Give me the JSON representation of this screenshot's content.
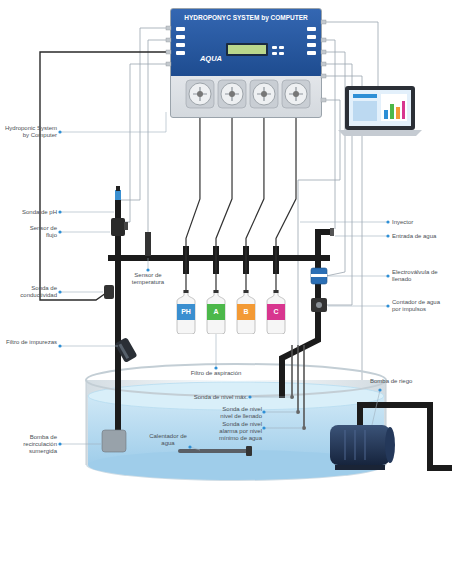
{
  "diagram": {
    "nodes": [
      {
        "text": [
          "HYDROPONYC SYSTEM by COMPUTER",
          "AQUA"
        ]
      },
      {
        "text": [
          "PH"
        ]
      },
      {
        "text": [
          "A"
        ]
      },
      {
        "text": [
          "B"
        ]
      },
      {
        "text": [
          "C"
        ]
      }
    ],
    "edges": [
      {
        "from": 0,
        "to": 1,
        "arrow": "none"
      },
      {
        "from": 0,
        "to": 2,
        "arrow": "none"
      },
      {
        "from": 0,
        "to": 3,
        "arrow": "none"
      },
      {
        "from": 0,
        "to": 4,
        "arrow": "none"
      }
    ],
    "labels": [
      "Hydroponic System by Computer",
      "Sonda de pH",
      "Sensor de flujo",
      "Sonda de conductividad",
      "Filtro de impurezas",
      "Sensor de temperatura",
      "Filtro de aspiración",
      "Inyector",
      "Entrada de agua",
      "Electroválvula de llenado",
      "Contador de agua por impulsos",
      "Bomba de riego",
      "Sonda de nivel máx.",
      "Sonda de nivel nivel de llenado",
      "Sonda de nivel alarma por nivel mínimo de agua",
      "Calentador de agua",
      "Bomba de recirculación sumergida"
    ]
  }
}
